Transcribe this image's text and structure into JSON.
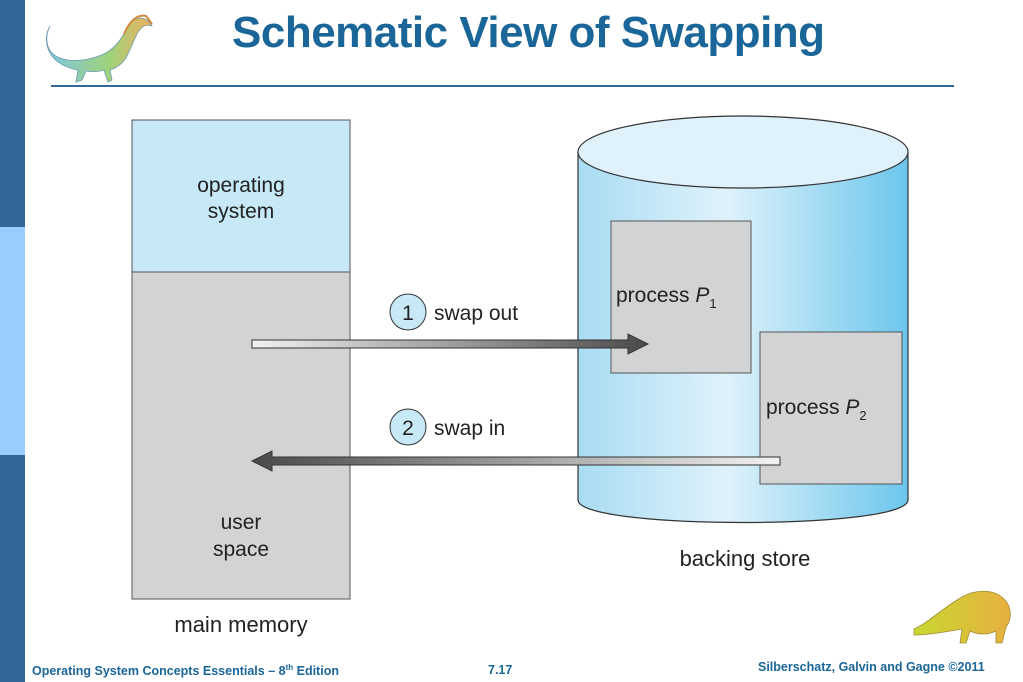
{
  "slide": {
    "title": "Schematic View of Swapping",
    "footer": {
      "book_title": "Operating System Concepts Essentials – 8",
      "edition_sup": "th",
      "edition_suffix": " Edition",
      "page_number": "7.17",
      "copyright": "Silberschatz, Galvin and Gagne ©2011"
    },
    "colors": {
      "brand_blue": "#1a6699",
      "sidebar_dark": "#336699",
      "sidebar_light": "#99ccff",
      "os_region": "#c6e8f7",
      "user_region": "#d2d3d5",
      "cylinder_light": "#dff2fb",
      "cylinder_dark": "#6cc6ec"
    },
    "icons": [
      "dinosaur-logo-top-icon",
      "dinosaur-logo-bottom-icon"
    ]
  },
  "diagram": {
    "main_memory": {
      "caption": "main memory",
      "os_label_line1": "operating",
      "os_label_line2": "system",
      "user_label_line1": "user",
      "user_label_line2": "space"
    },
    "backing_store": {
      "caption": "backing store",
      "process1": {
        "label": "process ",
        "name": "P",
        "subscript": "1"
      },
      "process2": {
        "label": "process ",
        "name": "P",
        "subscript": "2"
      }
    },
    "steps": [
      {
        "number": "1",
        "label": "swap out",
        "direction": "main memory → backing store"
      },
      {
        "number": "2",
        "label": "swap in",
        "direction": "backing store → main memory"
      }
    ]
  }
}
